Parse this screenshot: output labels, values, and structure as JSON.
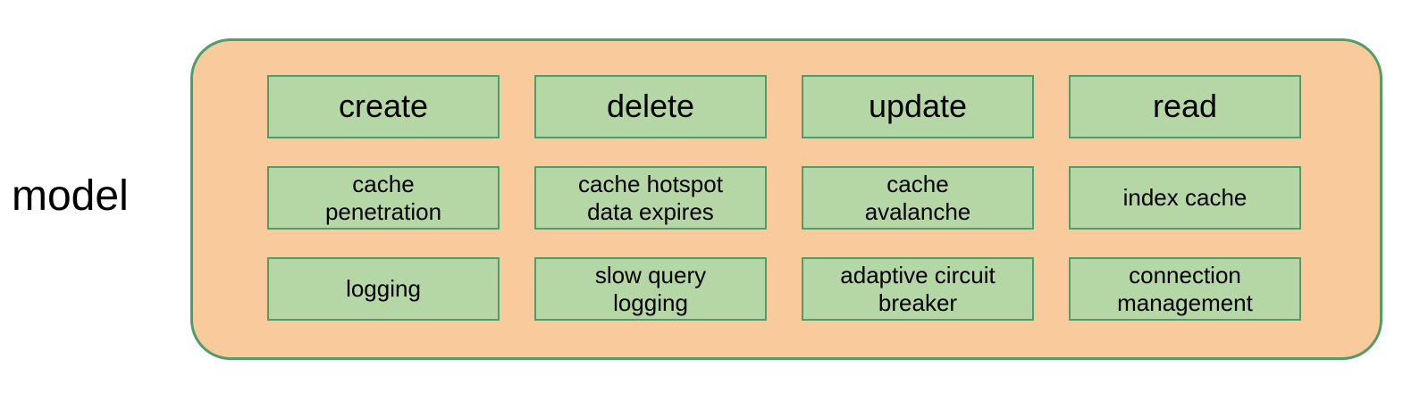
{
  "label": "model",
  "colors": {
    "orange": "#f9cb9c",
    "fill_green": "#b5d7a6",
    "border_green": "#4f9d69",
    "text": "#000000"
  },
  "grid": {
    "rows": [
      {
        "cells": [
          "create",
          "delete",
          "update",
          "read"
        ]
      },
      {
        "cells": [
          "cache\npenetration",
          "cache hotspot\ndata expires",
          "cache\navalanche",
          "index cache"
        ]
      },
      {
        "cells": [
          "logging",
          "slow query\nlogging",
          "adaptive circuit\nbreaker",
          "connection\nmanagement"
        ]
      }
    ]
  }
}
